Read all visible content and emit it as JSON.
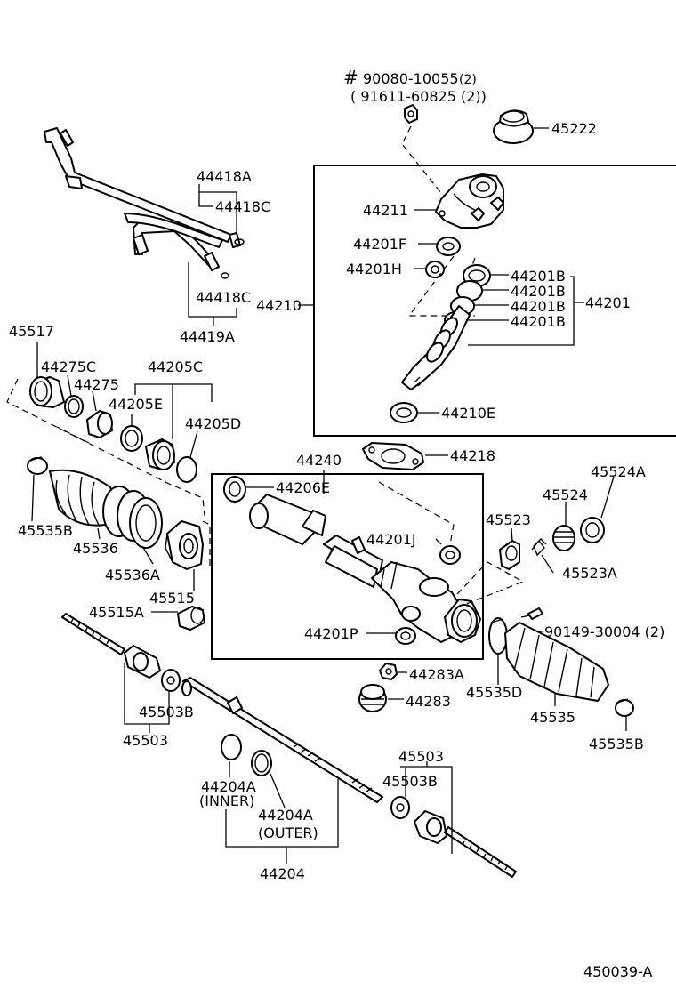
{
  "labels": {
    "hash_mark": "#",
    "bolt_number": "90080-10055",
    "bolt_qty": "(2)",
    "bolt_alt": "( 91611-60825 (2))",
    "p45222": "45222",
    "p44211": "44211",
    "p44201F": "44201F",
    "p44201H": "44201H",
    "p44210": "44210",
    "p44201B_1": "44201B",
    "p44201B_2": "44201B",
    "p44201B_3": "44201B",
    "p44201B_4": "44201B",
    "p44201": "44201",
    "p44210E": "44210E",
    "p44218": "44218",
    "p44418A": "44418A",
    "p44418C_top": "44418C",
    "p44418C_bot": "44418C",
    "p44419A": "44419A",
    "p45517": "45517",
    "p44275C": "44275C",
    "p44275": "44275",
    "p44205C": "44205C",
    "p44205E": "44205E",
    "p44205D": "44205D",
    "p44240": "44240",
    "p44206E": "44206E",
    "p44201J": "44201J",
    "p44201P": "44201P",
    "p44283A": "44283A",
    "p44283": "44283",
    "p45535B_left": "45535B",
    "p45536": "45536",
    "p45536A": "45536A",
    "p45515": "45515",
    "p45515A": "45515A",
    "p45523": "45523",
    "p45523A": "45523A",
    "p45524": "45524",
    "p45524A": "45524A",
    "p90149": "90149-30004 (2)",
    "p45535D": "45535D",
    "p45535": "45535",
    "p45535B_right": "45535B",
    "p45503B_left": "45503B",
    "p45503_left": "45503",
    "p45503_right": "45503",
    "p45503B_right": "45503B",
    "p44204A_inner": "44204A",
    "inner_note": "(INNER)",
    "p44204A_outer": "44204A",
    "outer_note": "(OUTER)",
    "p44204": "44204",
    "figure_id": "450039-A"
  }
}
